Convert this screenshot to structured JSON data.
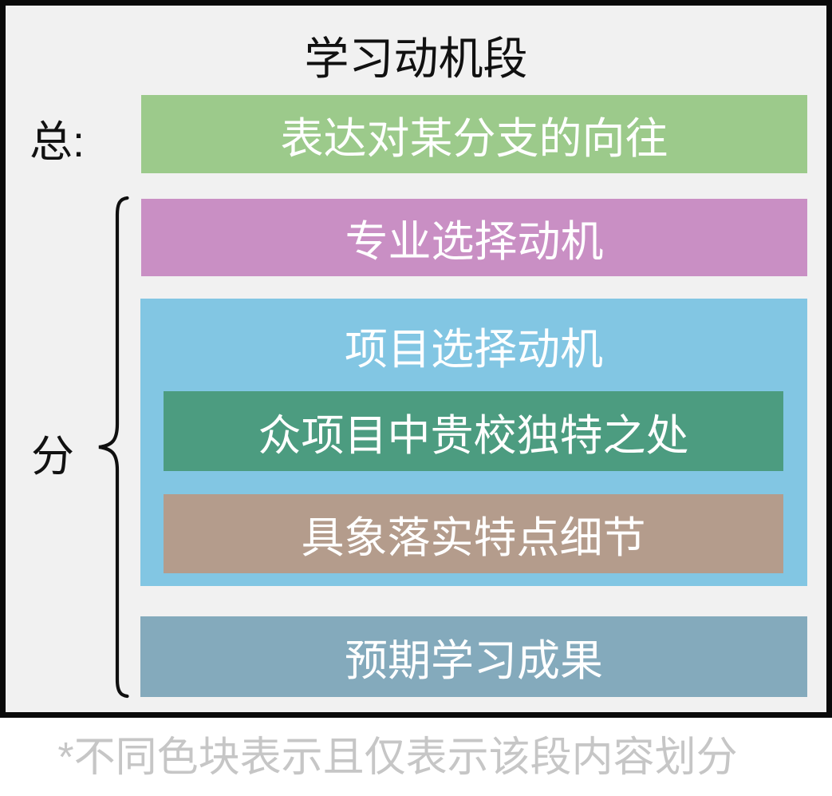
{
  "title": "学习动机段",
  "labels": {
    "general": "总:",
    "detail": "分"
  },
  "bars": {
    "overall": {
      "text": "表达对某分支的向往",
      "color": "#9cca8b"
    },
    "major": {
      "text": "专业选择动机",
      "color": "#c98fc4"
    },
    "project_group": {
      "text": "项目选择动机",
      "color": "#82c6e3"
    },
    "unique": {
      "text": "众项目中贵校独特之处",
      "color": "#4c9c80"
    },
    "details": {
      "text": "具象落实特点细节",
      "color": "#b49c8c"
    },
    "outcome": {
      "text": "预期学习成果",
      "color": "#84aabc"
    }
  },
  "footnote": "*不同色块表示且仅表示该段内容划分",
  "colors": {
    "frame_border": "#0a0a0a",
    "frame_background": "#f1f1f1",
    "page_background": "#ffffff",
    "bar_text": "#ffffff",
    "title_text": "#111111",
    "footnote_text": "#c6c6c6",
    "brace_stroke": "#0f0f0f"
  }
}
